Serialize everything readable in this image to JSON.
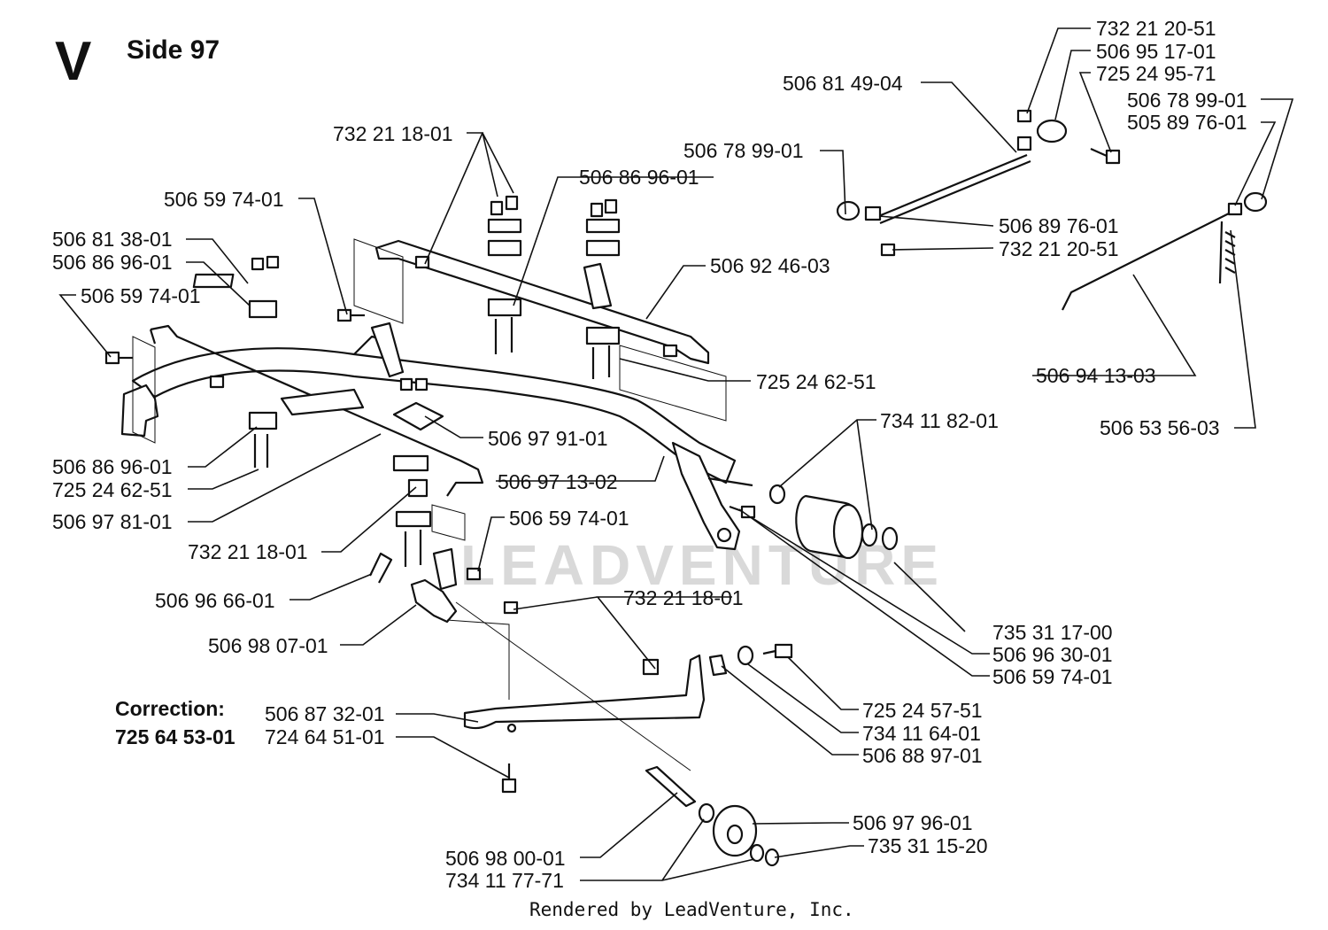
{
  "header": {
    "section_letter": "V",
    "page_label": "Side 97"
  },
  "correction": {
    "label": "Correction:",
    "part": "725 64 53-01"
  },
  "footer": "Rendered by LeadVenture, Inc.",
  "watermark": "LEADVENTURE",
  "parts": [
    "506 81 49-04",
    "732 21 20-51",
    "506 95 17-01",
    "725 24 95-71",
    "506 78 99-01",
    "505 89 76-01",
    "732 21 18-01",
    "506 78 99-01",
    "506 86 96-01",
    "506 59 74-01",
    "506 89 76-01",
    "732 21 20-51",
    "506 81 38-01",
    "506 86 96-01",
    "506 92 46-03",
    "506 59 74-01",
    "725 24 62-51",
    "506 94 13-03",
    "734 11 82-01",
    "506 53 56-03",
    "506 97 91-01",
    "506 86 96-01",
    "506 97 13-02",
    "725 24 62-51",
    "506 97 81-01",
    "506 59 74-01",
    "732 21 18-01",
    "506 96 66-01",
    "732 21 18-01",
    "735 31 17-00",
    "506 98 07-01",
    "506 96 30-01",
    "506 59 74-01",
    "506 87 32-01",
    "725 24 57-51",
    "724 64 51-01",
    "734 11 64-01",
    "506 88 97-01",
    "506 97 96-01",
    "735 31 15-20",
    "506 98 00-01",
    "734 11 77-71"
  ]
}
